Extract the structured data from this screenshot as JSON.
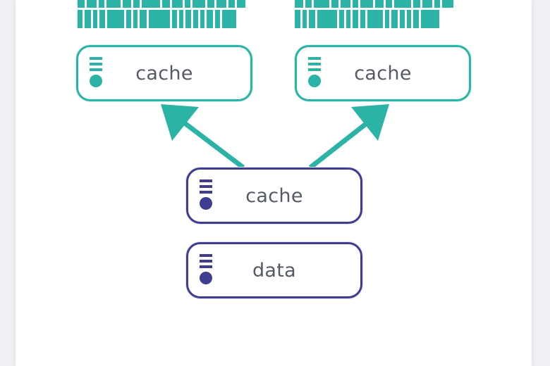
{
  "colors": {
    "teal": "#2bb3a6",
    "navy": "#3f3d8f",
    "text": "#555a66"
  },
  "diagram": {
    "top_left_node": {
      "label": "cache",
      "icon": "server-icon"
    },
    "top_right_node": {
      "label": "cache",
      "icon": "server-icon"
    },
    "middle_node": {
      "label": "cache",
      "icon": "server-icon"
    },
    "bottom_node": {
      "label": "data",
      "icon": "server-icon"
    },
    "edges": [
      {
        "from": "middle_node",
        "to": "top_left_node"
      },
      {
        "from": "middle_node",
        "to": "top_right_node"
      }
    ]
  }
}
